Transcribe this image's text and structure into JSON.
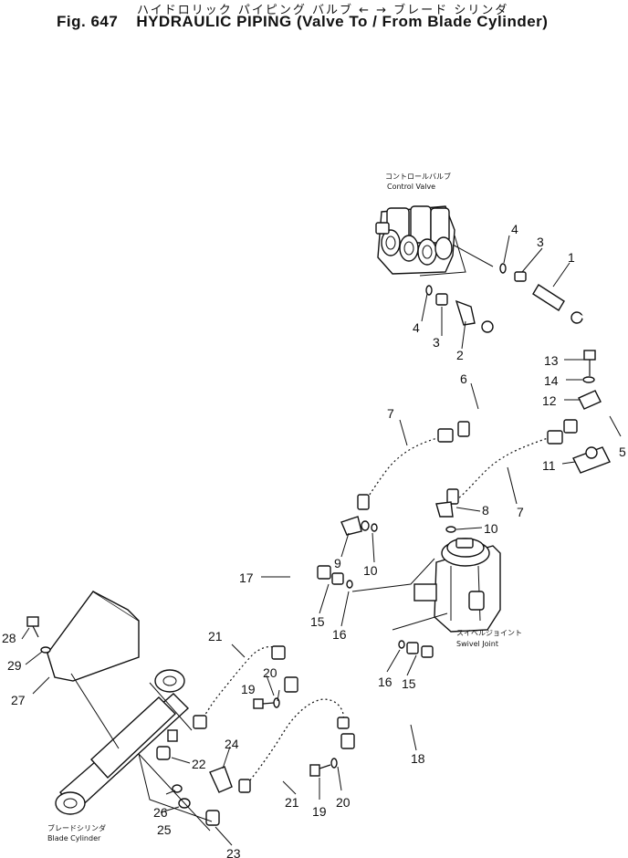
{
  "header": {
    "japanese_title": "ハイドロリック パイピング バルブ ← → ブレード シリンダ",
    "fig_number": "Fig. 647",
    "title": "HYDRAULIC PIPING (Valve To / From Blade Cylinder)"
  },
  "components": {
    "control_valve": {
      "jp": "コントロールバルブ",
      "en": "Control Valve"
    },
    "swivel_joint": {
      "jp": "スイベルジョイント",
      "en": "Swivel Joint"
    },
    "blade_cylinder": {
      "jp": "ブレードシリンダ",
      "en": "Blade Cylinder"
    }
  },
  "callouts": [
    "1",
    "2",
    "3",
    "3",
    "4",
    "4",
    "5",
    "6",
    "7",
    "7",
    "8",
    "9",
    "10",
    "10",
    "11",
    "12",
    "13",
    "14",
    "15",
    "15",
    "16",
    "16",
    "17",
    "18",
    "19",
    "19",
    "20",
    "20",
    "21",
    "21",
    "22",
    "23",
    "24",
    "25",
    "26",
    "27",
    "28",
    "29"
  ]
}
